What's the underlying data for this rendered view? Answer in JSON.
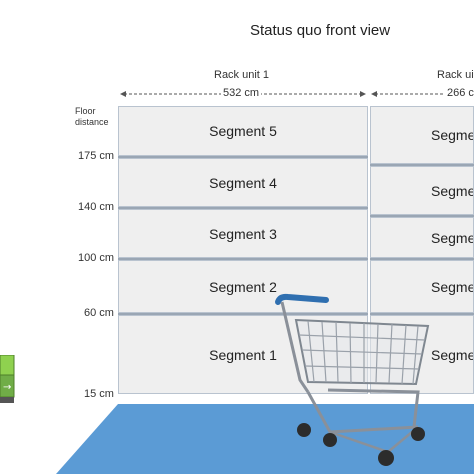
{
  "title": "Status quo front view",
  "rack_unit_1": {
    "label": "Rack unit 1",
    "width": "532 cm"
  },
  "rack_unit_2": {
    "label": "Rack ui",
    "width": "266 c"
  },
  "floor_axis": {
    "label": "Floor distance",
    "ticks": [
      "175 cm",
      "140 cm",
      "100 cm",
      "60 cm",
      "15 cm"
    ]
  },
  "rack1_segments": [
    "Segment 5",
    "Segment 4",
    "Segment 3",
    "Segment 2",
    "Segment 1"
  ],
  "rack2_segments": [
    "Segme",
    "Segme",
    "Segme",
    "Segme",
    "Segme"
  ],
  "colors": {
    "floor": "#5b9bd5",
    "segment": "#efefef",
    "border": "#b9c3cf",
    "green": "#70ad47"
  },
  "icons": {
    "cart": "shopping-cart-icon"
  }
}
